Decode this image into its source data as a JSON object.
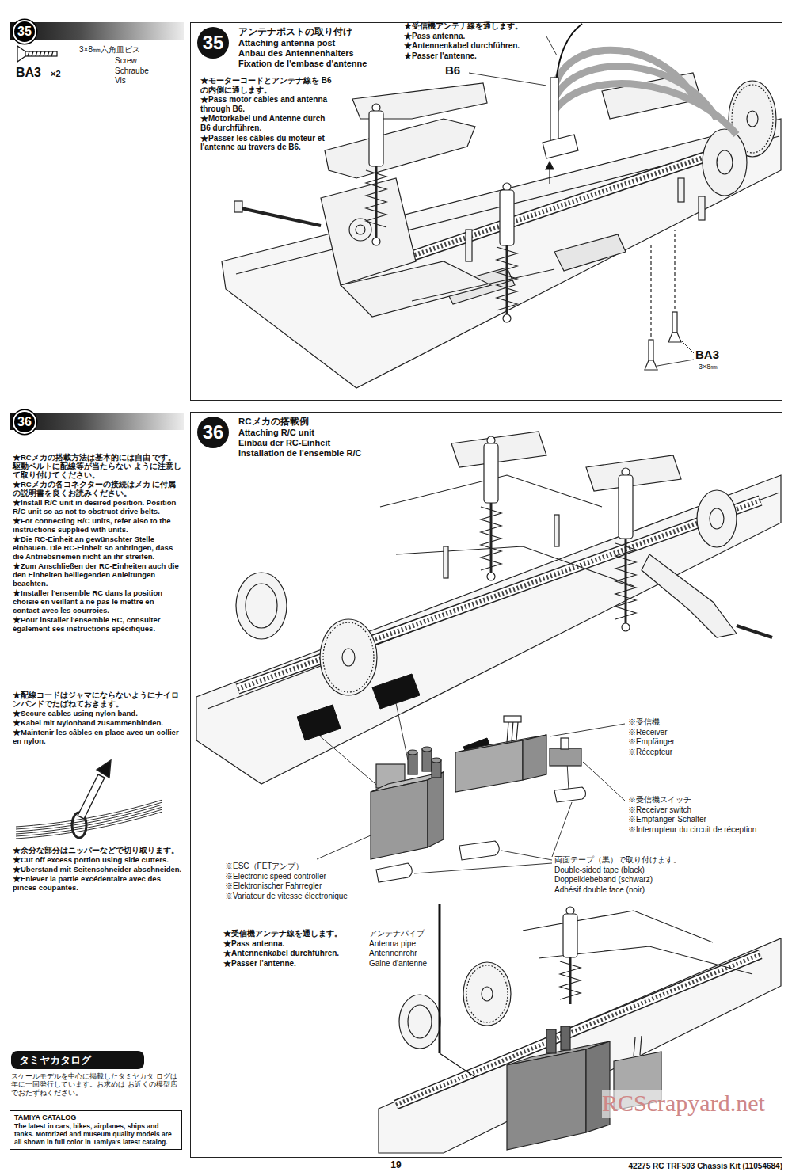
{
  "diagram": {
    "nodes": [
      {
        "text": [
          "35"
        ]
      },
      {
        "text": [
          "アンテナポストの取り付け",
          "Attaching antenna post",
          "Anbau des Antennenhalters",
          "Fixation de l'embase d'antenne"
        ]
      },
      {
        "text": [
          "35"
        ],
        "in": 1
      },
      {
        "text": [
          "36"
        ]
      },
      {
        "text": [
          "RCメカの搭載例",
          "Attaching R/C unit",
          "Einbau der RC-Einheit",
          "Installation de l'ensemble R/C"
        ]
      },
      {
        "text": [
          "36"
        ],
        "in": 4
      },
      {
        "text": [
          "タミヤカタログ"
        ]
      },
      {
        "text": [
          "TAMIYA CATALOG",
          "The latest in cars, bikes, airplanes, ships and tanks. Motorized and museum quality models are all shown in full color in Tamiya's latest catalog."
        ]
      }
    ],
    "labels": [
      "3×8㎜六角皿ビス",
      "Screw",
      "Schraube",
      "Vis",
      "BA3",
      "×2",
      "★モーターコードとアンテナ線を B6の内側に通します。",
      "★Pass motor cables and antenna through B6.",
      "★Motorkabel und Antenne durch B6 durchführen.",
      "★Passer les câbles du moteur et l'antenne au travers de B6.",
      "★受信機アンテナ線を通します。",
      "★Pass antenna.",
      "★Antennenkabel durchführen.",
      "★Passer l'antenne.",
      "B6",
      "BA3",
      "3×8㎜",
      "★RCメカの搭載方法は基本的には自由 です。駆動ベルトに配線等が当たらない ように注意して取り付けてください。",
      "★RCメカの各コネクターの接続はメカ に付属の説明書を良くお読みください。",
      "★Install R/C unit in desired position. Position R/C unit so as not to obstruct drive belts.",
      "★For connecting R/C units, refer also to the instructions supplied with units.",
      "★Die RC-Einheit an gewünschter Stelle einbauen. Die RC-Einheit so anbringen, dass die Antriebsriemen nicht an ihr streifen.",
      "★Zum Anschließen der RC-Einheiten auch die den Einheiten beiliegenden Anleitungen beachten.",
      "★Installer l'ensemble RC dans la position choisie en veillant à ne pas le mettre en contact avec les courroies.",
      "★Pour installer l'ensemble RC, consulter également ses instructions spécifiques.",
      "★配線コードはジャマにならないようにナイロ ンバンドでたばねておきます。",
      "★Secure cables using nylon band.",
      "★Kabel mit Nylonband zusammenbinden.",
      "★Maintenir les câbles en place avec un collier en nylon.",
      "★余分な部分はニッパーなどで切り取ります。",
      "★Cut off excess portion using side cutters.",
      "★Überstand mit Seitenschneider abschneiden.",
      "★Enlever la partie excédentaire avec des pinces coupantes.",
      "※受信機",
      "※Receiver",
      "※Empfänger",
      "※Récepteur",
      "※受信機スイッチ",
      "※Receiver switch",
      "※Empfänger-Schalter",
      "※Interrupteur du circuit de réception",
      "※ESC（FETアンプ）",
      "※Electronic speed controller",
      "※Elektronischer Fahrregler",
      "※Variateur de vitesse électronique",
      "両面テープ（黒）で取り付けます。",
      "Double-sided tape (black)",
      "Doppelklebeband (schwarz)",
      "Adhésif double face (noir)",
      "★受信機アンテナ線を通します。",
      "★Pass antenna.",
      "★Antennenkabel durchführen.",
      "★Passer l'antenne.",
      "アンテナパイプ",
      "Antenna pipe",
      "Antennenrohr",
      "Gaine d'antenne",
      "スケールモデルを中心に掲載したタミヤカタ ログは年に一回発行しています。お求めは お近くの模型店でおたずねください。",
      "19",
      "42275 RC TRF503 Chassis Kit (11054684)",
      "RCScrapyard.net"
    ]
  }
}
